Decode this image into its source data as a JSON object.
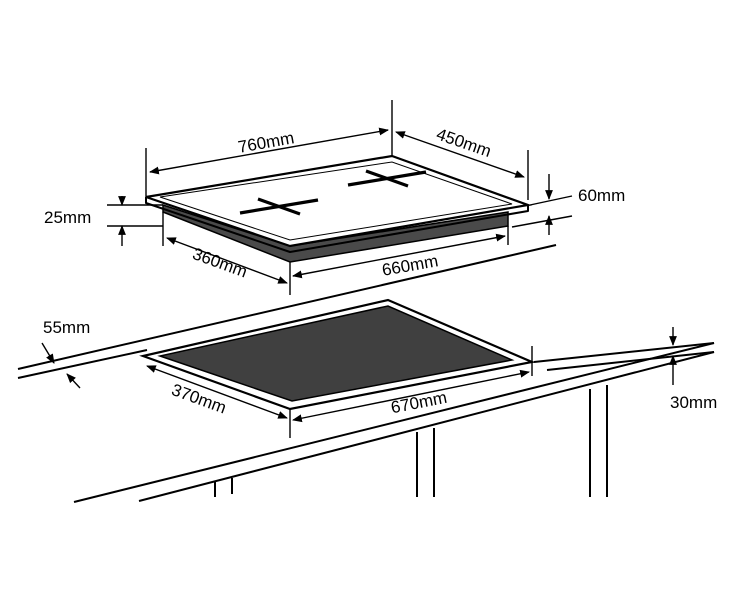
{
  "diagram": {
    "colors": {
      "line": "#000000",
      "glass_side": "#4a4a4a",
      "cutout": "#404040",
      "background": "#ffffff"
    },
    "hob": {
      "width_label": "760mm",
      "depth_label": "450mm",
      "glass_thickness_label": "25mm",
      "total_height_label": "60mm",
      "base_depth_label": "360mm",
      "base_width_label": "660mm"
    },
    "worktop": {
      "thickness_label": "55mm",
      "cutout_depth_label": "370mm",
      "cutout_width_label": "670mm",
      "clearance_label": "30mm"
    }
  }
}
